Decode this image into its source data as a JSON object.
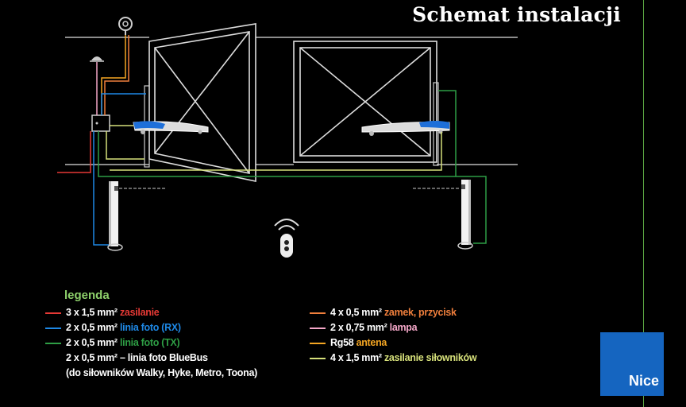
{
  "title": "Schemat instalacji",
  "legend": {
    "heading": "legenda",
    "items": [
      {
        "dims": "3 x 1,5 mm²",
        "label": "zasilanie",
        "color": "#e53935"
      },
      {
        "dims": "2 x 0,5 mm²",
        "label": "linia foto (RX)",
        "color": "#1e88e5"
      },
      {
        "dims": "2 x 0,5 mm²",
        "label": "linia foto (TX)",
        "color": "#2e9e45"
      },
      {
        "dims": "4 x 0,5 mm²",
        "label": "zamek, przycisk",
        "color": "#f07f3c"
      },
      {
        "dims": "2 x 0,75 mm²",
        "label": "lampa",
        "color": "#f4a7c8"
      },
      {
        "dims": "Rg58",
        "label": "antena",
        "color": "#f5a623"
      },
      {
        "dims": "4 x 1,5 mm²",
        "label": "zasilanie siłowników",
        "color": "#d6e07a"
      }
    ],
    "bluebus_line1": "2 x 0,5 mm² – linia foto BlueBus",
    "bluebus_line2": "(do siłowników Walky, Hyke, Metro, Toona)"
  },
  "logo": {
    "text": "Nice",
    "color": "#1565c0"
  }
}
